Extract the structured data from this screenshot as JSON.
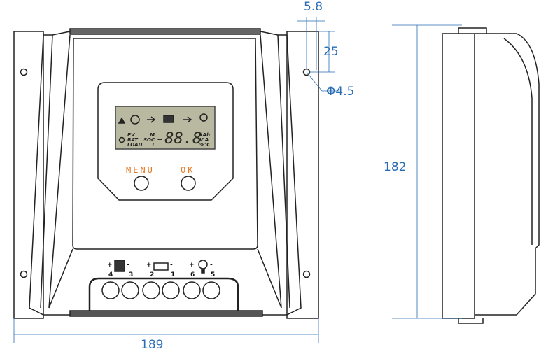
{
  "dimensions": {
    "top_offset": "5.8",
    "hole_spacing": "25",
    "hole_diameter": "Φ4.5",
    "height": "182",
    "width": "189"
  },
  "buttons": {
    "menu": "MENU",
    "ok": "OK"
  },
  "lcd": {
    "labels_left": [
      "PV",
      "BAT",
      "LOAD"
    ],
    "labels_mid": [
      "M",
      "SOC",
      "T"
    ],
    "digits": "-88.8",
    "units": [
      "kAh",
      "V A",
      "%℃"
    ]
  },
  "terminals": {
    "groups": [
      {
        "icon": "solar-panel-icon",
        "plus": "+",
        "minus": "-",
        "numbers": [
          "4",
          "3"
        ]
      },
      {
        "icon": "battery-icon",
        "plus": "+",
        "minus": "-",
        "numbers": [
          "2",
          "1"
        ]
      },
      {
        "icon": "bulb-icon",
        "plus": "+",
        "minus": "-",
        "numbers": [
          "6",
          "5"
        ]
      }
    ]
  },
  "colors": {
    "dimension": "#2a6db5",
    "button_label": "#e87722",
    "lcd": "#b9b9a2"
  }
}
